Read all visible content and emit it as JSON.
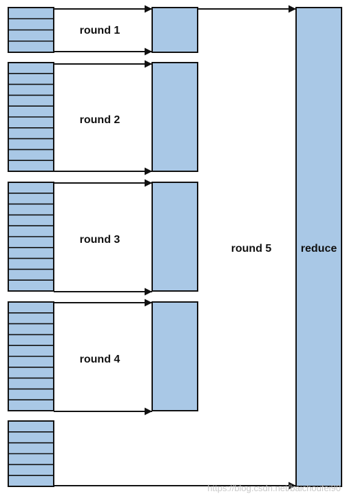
{
  "colors": {
    "fill": "#a9c8e6",
    "stroke": "#111111",
    "background": "#ffffff"
  },
  "labels": {
    "round1": "round 1",
    "round2": "round 2",
    "round3": "round 3",
    "round4": "round 4",
    "round5": "round 5",
    "reduce": "reduce"
  },
  "stack_row_counts": [
    4,
    10,
    10,
    10,
    6
  ],
  "watermark": "https://blog.csdn.net/baichoufei90"
}
